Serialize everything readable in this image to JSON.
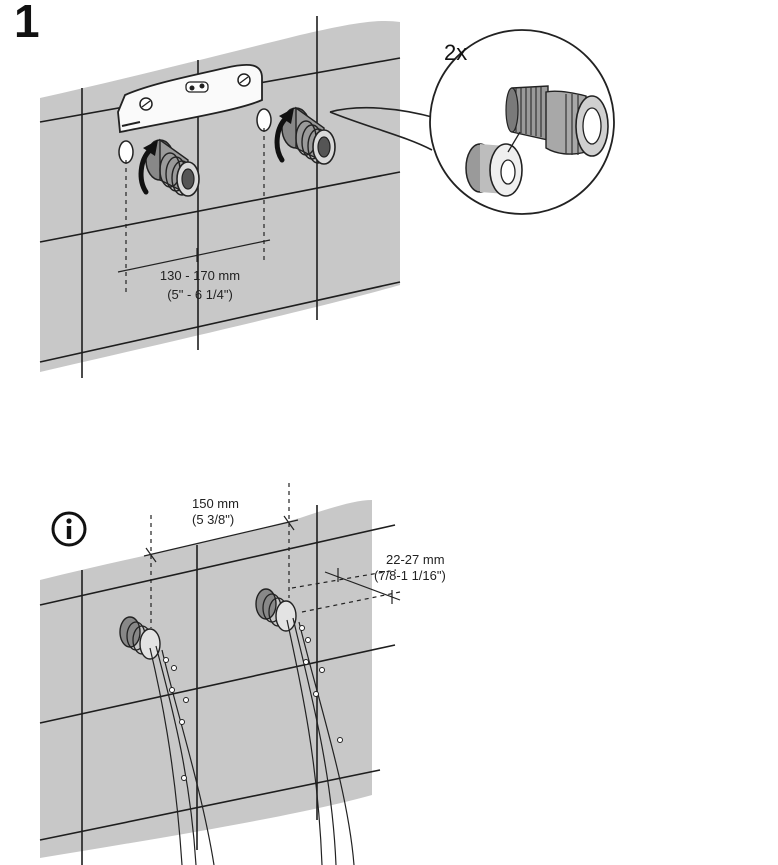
{
  "step": {
    "number": "1"
  },
  "detail": {
    "quantity": "2x"
  },
  "top_measure": {
    "metric": "130 - 170 mm",
    "imperial": "(5\" - 6 1/4\")"
  },
  "info_section": {
    "icon": "info-icon",
    "spacing": {
      "metric": "150 mm",
      "imperial": "(5 3/8\")"
    },
    "protrusion": {
      "metric": "22-27 mm",
      "imperial": "(7/8-1 1/16\")"
    }
  },
  "colors": {
    "wall": "#c8c8c8",
    "line": "#1a1a1a",
    "grout": "#1e1e1e"
  }
}
